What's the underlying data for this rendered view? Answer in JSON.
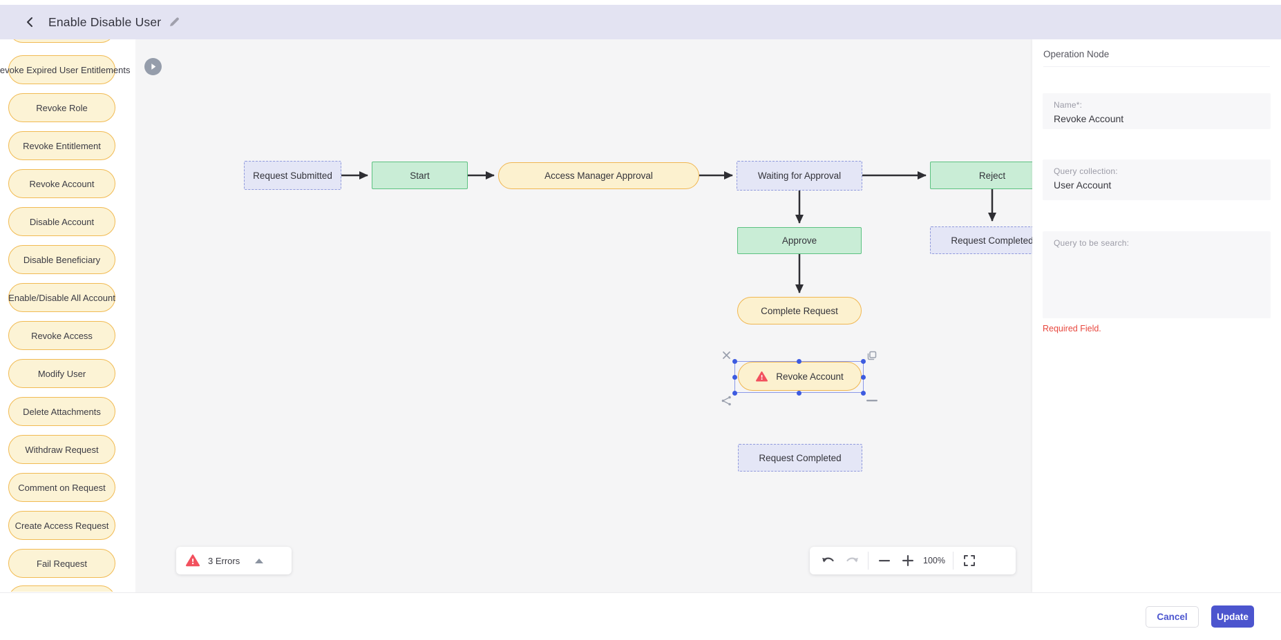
{
  "header": {
    "title": "Enable Disable User"
  },
  "sidebar": {
    "items": [
      "Revoke Expired User Entitlements",
      "Revoke Role",
      "Revoke Entitlement",
      "Revoke Account",
      "Disable Account",
      "Disable Beneficiary",
      "Enable/Disable All Account",
      "Revoke Access",
      "Modify User",
      "Delete Attachments",
      "Withdraw Request",
      "Comment on Request",
      "Create Access Request",
      "Fail Request"
    ]
  },
  "canvas": {
    "nodes": [
      {
        "label": "Request Submitted",
        "type": "event"
      },
      {
        "label": "Start",
        "type": "green"
      },
      {
        "label": "Access Manager Approval",
        "type": "operation"
      },
      {
        "label": "Waiting for Approval",
        "type": "event"
      },
      {
        "label": "Reject",
        "type": "green"
      },
      {
        "label": "Approve",
        "type": "green"
      },
      {
        "label": "Complete Request",
        "type": "operation"
      },
      {
        "label": "Revoke Account",
        "type": "operation-selected-with-error"
      },
      {
        "label": "Request Completed",
        "type": "event"
      },
      {
        "label": "Request Completed",
        "type": "event"
      }
    ],
    "errors_badge": "3 Errors",
    "zoom_level": "100%"
  },
  "panel": {
    "title": "Operation Node",
    "fields": [
      {
        "label": "Name*:",
        "value": "Revoke Account"
      },
      {
        "label": "Query collection:",
        "value": "User Account"
      },
      {
        "label": "Query to be search:",
        "value": ""
      }
    ],
    "required_msg": "Required Field."
  },
  "footer": {
    "cancel": "Cancel",
    "update": "Update"
  },
  "icons": {
    "back": "chevron-left",
    "edit": "pencil",
    "sidebar_expand": "play-circle",
    "node_error": "warning-triangle",
    "errors_collapse": "chevron-up",
    "toolbar": [
      "undo",
      "redo",
      "zoom-out-minus",
      "zoom-in-plus",
      "fullscreen"
    ],
    "selection": [
      "close-x",
      "duplicate-copy",
      "share-connect",
      "collapse-minus"
    ]
  },
  "colors": {
    "header_bg": "#e3e3f2",
    "canvas_bg": "#f5f5f6",
    "pill_fill": "#fcf3d5",
    "pill_border": "#f1ba52",
    "green_fill": "#c9edd6",
    "green_border": "#5bc180",
    "event_fill": "#e4e6f6",
    "event_border": "#8f99dc",
    "operation_fill": "#fcf1cf",
    "operation_border": "#f0b650",
    "selection_blue": "#3d5be0",
    "error_red": "#f2515e",
    "required_red": "#e8473e",
    "accent": "#4c55ce"
  }
}
